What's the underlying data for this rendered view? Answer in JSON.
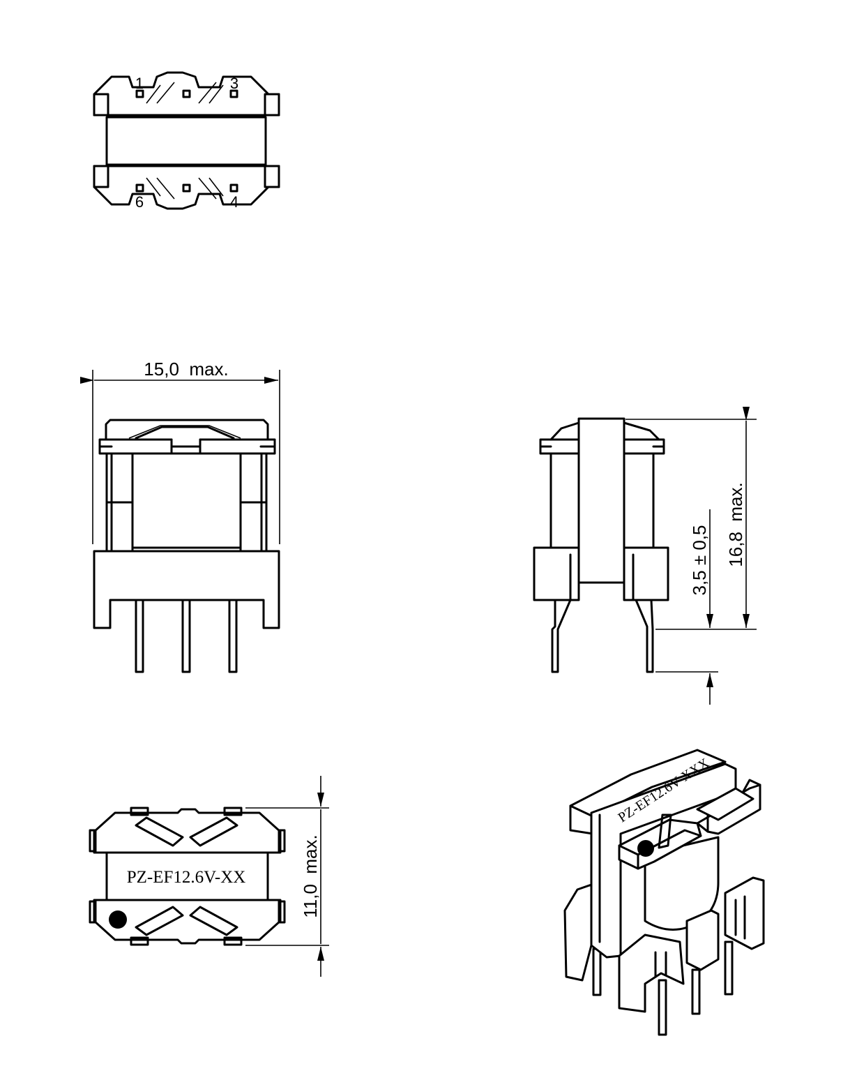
{
  "pin_labels": {
    "p1": "1",
    "p3": "3",
    "p6": "6",
    "p4": "4"
  },
  "dimensions": {
    "width": "15,0  max.",
    "height": "16,8  max.",
    "pin_length": "3,5 ± 0,5",
    "depth": "11,0  max."
  },
  "marking": {
    "bottom_view": "PZ-EF12.6V-XX",
    "iso_view": "PZ-EF12.6V-XXX"
  },
  "colors": {
    "line": "#000000",
    "background": "#ffffff"
  }
}
